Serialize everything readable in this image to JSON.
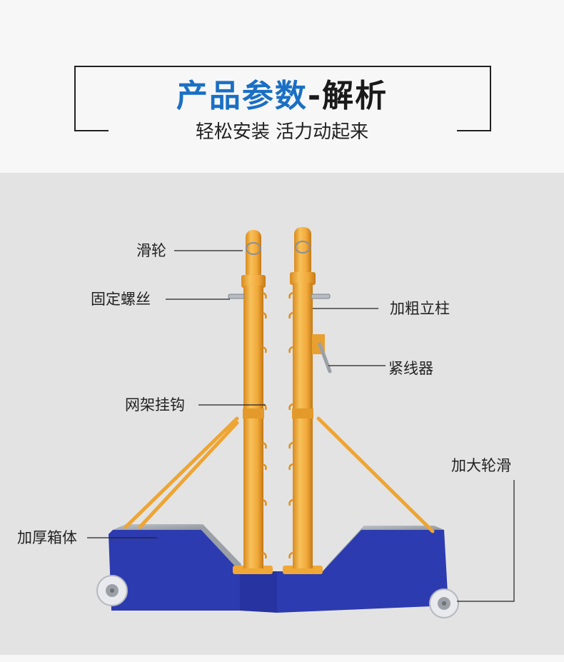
{
  "header": {
    "title_blue": "产品参数",
    "title_dark": "-解析",
    "subtitle": "轻松安装 活力动起来"
  },
  "labels": {
    "pulley": "滑轮",
    "fixing_screw": "固定螺丝",
    "thick_post": "加粗立柱",
    "tensioner": "紧线器",
    "net_hook": "网架挂钩",
    "big_wheel": "加大轮滑",
    "thick_box": "加厚箱体"
  },
  "colors": {
    "post": "#f2a93b",
    "box": "#2d3bb0",
    "accent": "#1a6fc4"
  }
}
